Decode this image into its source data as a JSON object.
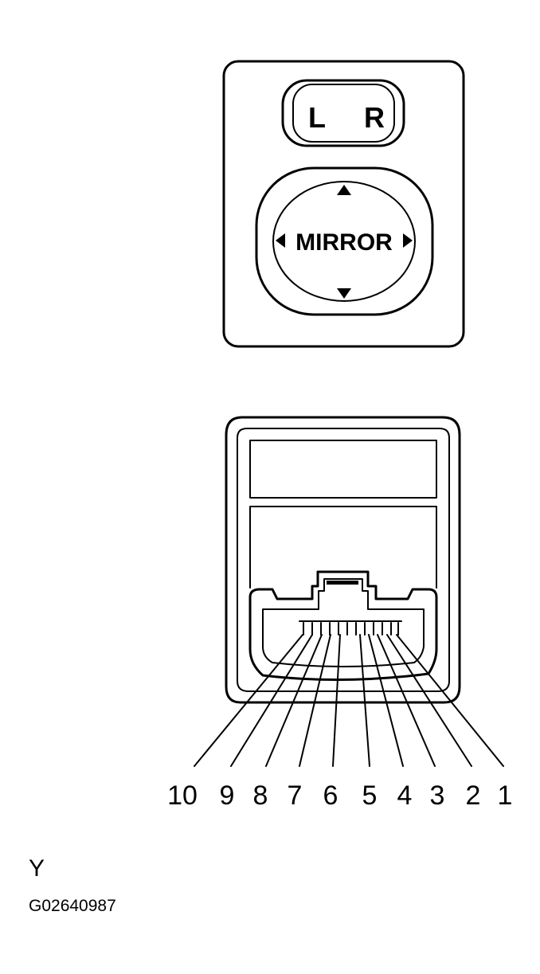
{
  "switch": {
    "left_label": "L",
    "right_label": "R",
    "center_label": "MIRROR"
  },
  "connector": {
    "pin_labels": [
      "10",
      "9",
      "8",
      "7",
      "6",
      "5",
      "4",
      "3",
      "2",
      "1"
    ]
  },
  "caption": {
    "view_letter": "Y",
    "figure_code": "G02640987"
  },
  "colors": {
    "ink": "#000000",
    "background": "#ffffff"
  }
}
